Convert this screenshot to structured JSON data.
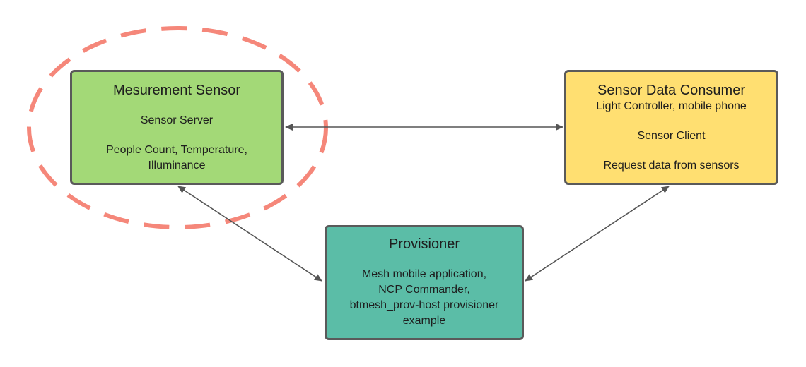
{
  "nodes": {
    "measurement_sensor": {
      "title": "Mesurement Sensor",
      "role": "Sensor Server",
      "properties_line1": "People Count, Temperature,",
      "properties_line2": "Illuminance",
      "color": "#a3d977"
    },
    "sensor_data_consumer": {
      "title": "Sensor Data Consumer",
      "devices": "Light Controller, mobile phone",
      "role": "Sensor Client",
      "action": "Request data from sensors",
      "color": "#ffdf71"
    },
    "provisioner": {
      "title": "Provisioner",
      "line1": "Mesh mobile application,",
      "line2": "NCP Commander,",
      "line3": "btmesh_prov-host provisioner",
      "line4": "example",
      "color": "#5bbda7"
    }
  },
  "highlight": {
    "target": "measurement_sensor",
    "style": "dashed-ellipse",
    "color": "#f5877a"
  },
  "edges": [
    {
      "from": "measurement_sensor",
      "to": "sensor_data_consumer",
      "direction": "both"
    },
    {
      "from": "measurement_sensor",
      "to": "provisioner",
      "direction": "both"
    },
    {
      "from": "sensor_data_consumer",
      "to": "provisioner",
      "direction": "both"
    }
  ]
}
